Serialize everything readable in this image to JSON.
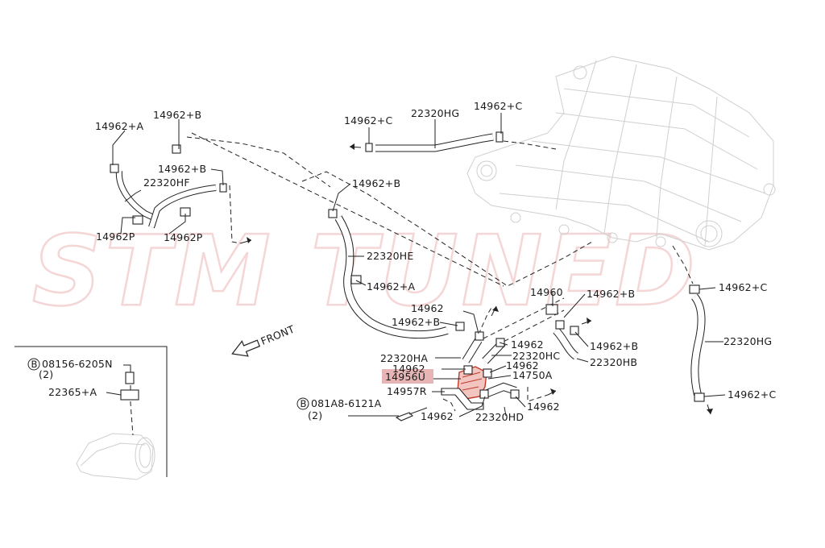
{
  "watermark": "STM TUNED",
  "colors": {
    "highlight": "#e3a8a8",
    "part_red": "#c0392b",
    "ghost": "#cfcfcf",
    "line": "#222222",
    "watermark": "#f2c9c9"
  },
  "front_label": "FRONT",
  "labels": {
    "l_14962A_tl": "14962+A",
    "l_14962B_tl": "14962+B",
    "l_14962B_mid": "14962+B",
    "l_22320HF": "22320HF",
    "l_14962P_a": "14962P",
    "l_14962P_b": "14962P",
    "l_14962C_t1": "14962+C",
    "l_22320HG_t": "22320HG",
    "l_14962C_t2": "14962+C",
    "l_14962B_c": "14962+B",
    "l_22320HE": "22320HE",
    "l_14962A_c": "14962+A",
    "l_14962_a": "14962",
    "l_14962B_d": "14962+B",
    "l_14960": "14960",
    "l_14962B_r1": "14962+B",
    "l_14962B_r2": "14962+B",
    "l_14962_b": "14962",
    "l_22320HA": "22320HA",
    "l_22320HC": "22320HC",
    "l_22320HB": "22320HB",
    "l_14962_c": "14962",
    "l_14962_d": "14962",
    "l_14956U": "14956U",
    "l_14750A": "14750A",
    "l_14957R": "14957R",
    "l_14962_e": "14962",
    "l_14962_f": "14962",
    "l_22320HD": "22320HD",
    "l_081A8": "081A8-6121A",
    "l_081A8_qty": "(2)",
    "l_14962C_r1": "14962+C",
    "l_22320HG_r": "22320HG",
    "l_14962C_r2": "14962+C",
    "l_08156": "08156-6205N",
    "l_08156_qty": "(2)",
    "l_22365A": "22365+A"
  },
  "bolt_marker": "B"
}
